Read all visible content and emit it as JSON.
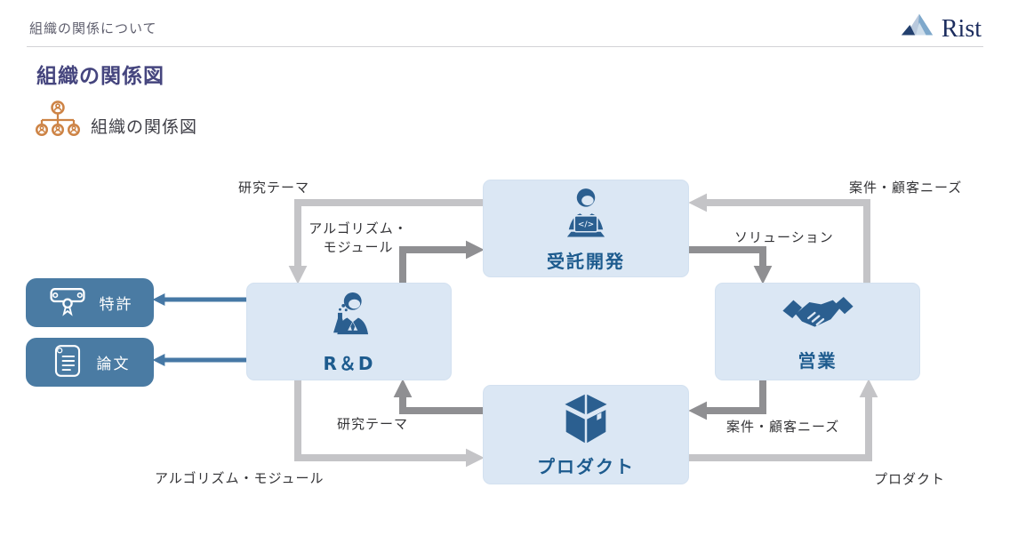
{
  "header": {
    "breadcrumb": "組織の関係について",
    "logo": {
      "text": "Rist",
      "icon": "rist-mountain-icon"
    }
  },
  "page": {
    "title": "組織の関係図"
  },
  "section": {
    "icon": "org-chart-icon",
    "heading": "組織の関係図"
  },
  "diagram": {
    "nodes": [
      {
        "id": "contract-dev",
        "label": "受託開発",
        "icon": "developer-laptop-icon",
        "icon_glyph": "</>"
      },
      {
        "id": "rnd",
        "label": "R＆D",
        "icon": "scientist-flask-icon"
      },
      {
        "id": "sales",
        "label": "営業",
        "icon": "handshake-icon"
      },
      {
        "id": "product",
        "label": "プロダクト",
        "icon": "package-box-icon"
      }
    ],
    "outputs": [
      {
        "id": "patent",
        "label": "特許",
        "icon": "certificate-icon"
      },
      {
        "id": "paper",
        "label": "論文",
        "icon": "scroll-icon"
      }
    ],
    "edge_labels": {
      "research_theme_top": "研究テーマ",
      "algorithm_module_top": "アルゴリズム・\nモジュール",
      "case_customer_needs_top": "案件・顧客ニーズ",
      "solution": "ソリューション",
      "research_theme_bottom": "研究テーマ",
      "algorithm_module_bottom": "アルゴリズム・モジュール",
      "case_customer_needs_bottom": "案件・顧客ニーズ",
      "product_to_sales": "プロダクト"
    },
    "colors": {
      "node_fill": "#dbe7f4",
      "node_text": "#1d5b8e",
      "icon_blue": "#2b5f90",
      "output_fill": "#4a7ba3",
      "arrow_light": "#c4c4c7",
      "arrow_dark": "#8f8f92",
      "arrow_blue": "#4678a5",
      "accent_orange": "#cd8345",
      "title_purple": "#45457e"
    }
  }
}
